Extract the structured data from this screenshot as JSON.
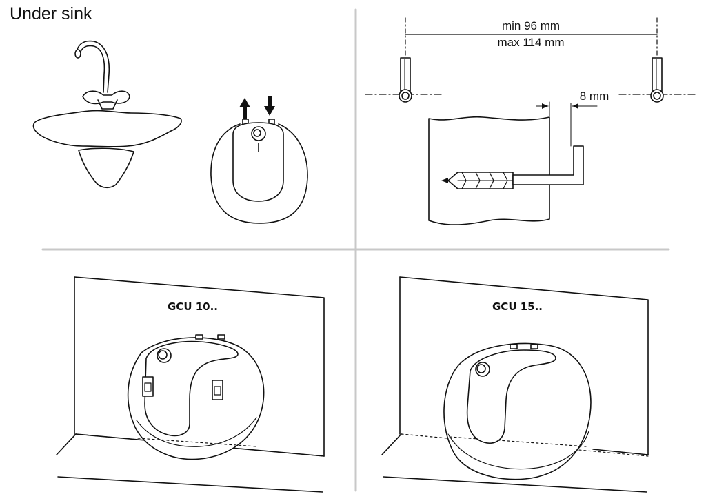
{
  "title": "Under sink",
  "dimensions": {
    "min_spacing": "min 96 mm",
    "max_spacing": "max 114 mm",
    "offset": "8 mm"
  },
  "models": {
    "small": "GCU 10..",
    "large": "GCU 15.."
  },
  "colors": {
    "ink": "#111111",
    "divider": "#c8c8c8"
  }
}
